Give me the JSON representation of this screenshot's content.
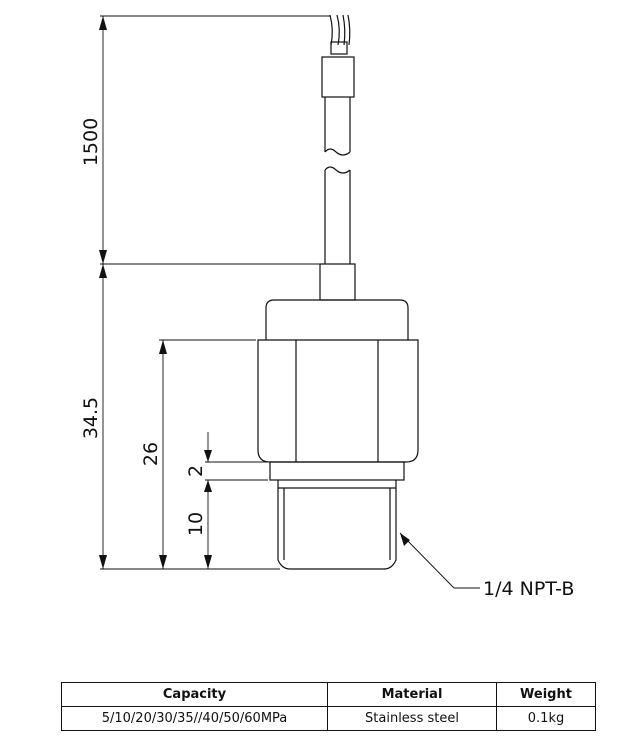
{
  "dimensions": {
    "cable_length": "1500",
    "overall_height": "34.5",
    "hex_height": "26",
    "undercut": "2",
    "thread_length": "10"
  },
  "thread_callout": "1/4 NPT-B",
  "spec_table": {
    "headers": [
      "Capacity",
      "Material",
      "Weight"
    ],
    "row": [
      "5/10/20/30/35//40/50/60MPa",
      "Stainless steel",
      "0.1kg"
    ]
  }
}
